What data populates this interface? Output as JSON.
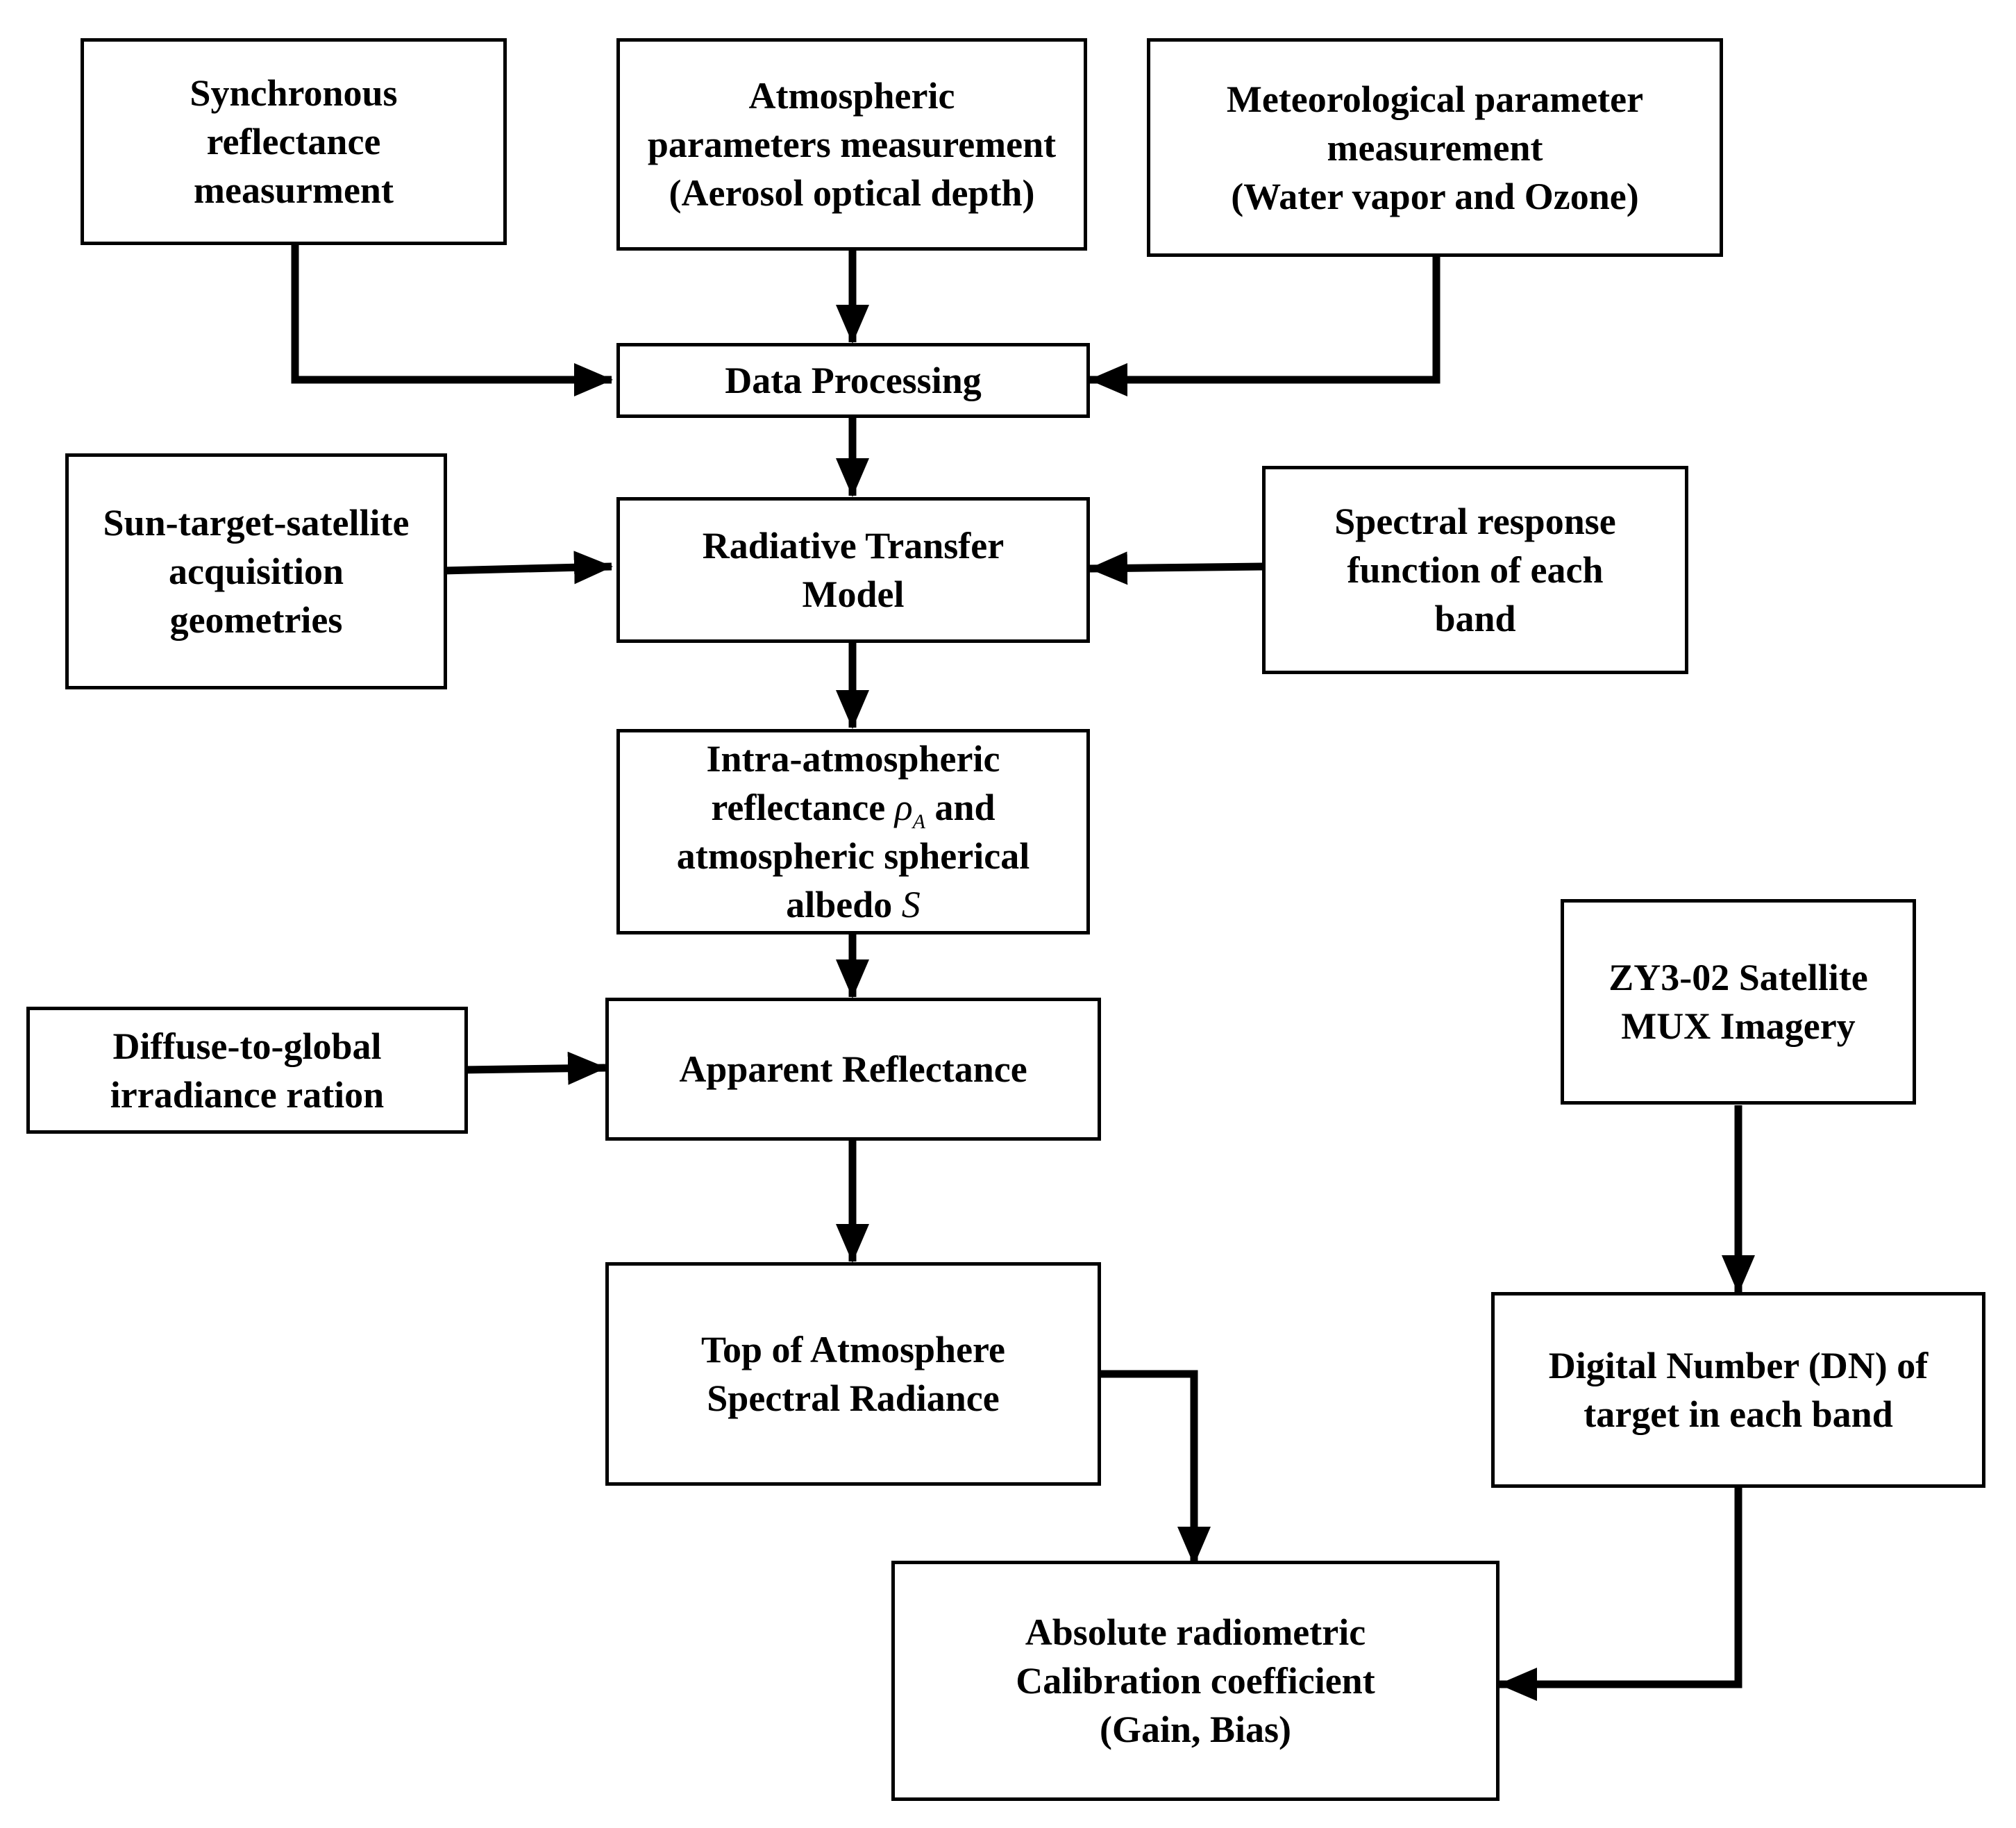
{
  "diagram": {
    "nodes": {
      "sync_reflectance": {
        "label": "Synchronous\nreflectance\nmeasurment"
      },
      "atmospheric_params": {
        "label": "Atmospheric\nparameters measurement\n(Aerosol optical depth)"
      },
      "meteorological_params": {
        "label": "Meteorological parameter\nmeasurement\n(Water vapor and Ozone)"
      },
      "data_processing": {
        "label": "Data Processing"
      },
      "sun_target_geometry": {
        "label": "Sun-target-satellite\nacquisition\ngeometries"
      },
      "radiative_transfer": {
        "label": "Radiative Transfer\nModel"
      },
      "spectral_response": {
        "label": "Spectral response\nfunction of each\nband"
      },
      "intra_atmos": {
        "line1": "Intra-atmospheric",
        "line2_pre": "reflectance ",
        "symbol_rho": "ρ",
        "symbol_rho_sub": "A",
        "line2_post": " and",
        "line3": "atmospheric spherical",
        "line4_pre": "albedo ",
        "symbol_s": "S"
      },
      "diffuse_global": {
        "label": "Diffuse-to-global\nirradiance ration"
      },
      "apparent_reflectance": {
        "label": "Apparent Reflectance"
      },
      "toa_radiance": {
        "label": "Top of Atmosphere\nSpectral Radiance"
      },
      "zy3_imagery": {
        "label": "ZY3-02 Satellite\nMUX Imagery"
      },
      "digital_number": {
        "label": "Digital Number (DN) of\ntarget in each band"
      },
      "calibration_coeff": {
        "label": "Absolute radiometric\nCalibration coefficient\n(Gain, Bias)"
      }
    },
    "edges": [
      {
        "from": "sync_reflectance",
        "to": "data_processing"
      },
      {
        "from": "atmospheric_params",
        "to": "data_processing"
      },
      {
        "from": "meteorological_params",
        "to": "data_processing"
      },
      {
        "from": "data_processing",
        "to": "radiative_transfer"
      },
      {
        "from": "sun_target_geometry",
        "to": "radiative_transfer"
      },
      {
        "from": "spectral_response",
        "to": "radiative_transfer"
      },
      {
        "from": "radiative_transfer",
        "to": "intra_atmos"
      },
      {
        "from": "intra_atmos",
        "to": "apparent_reflectance"
      },
      {
        "from": "diffuse_global",
        "to": "apparent_reflectance"
      },
      {
        "from": "apparent_reflectance",
        "to": "toa_radiance"
      },
      {
        "from": "toa_radiance",
        "to": "calibration_coeff"
      },
      {
        "from": "zy3_imagery",
        "to": "digital_number"
      },
      {
        "from": "digital_number",
        "to": "calibration_coeff"
      }
    ]
  }
}
